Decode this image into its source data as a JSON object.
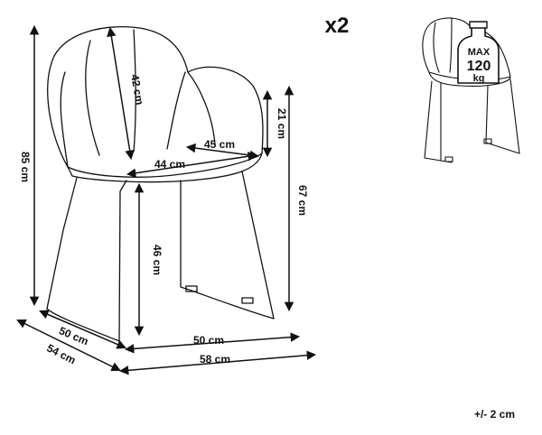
{
  "quantity": "x2",
  "tolerance": "+/- 2 cm",
  "dimensions": {
    "total_height": "85 cm",
    "backrest_height": "42 cm",
    "seat_width": "45 cm",
    "seat_depth": "44 cm",
    "armrest_height": "21 cm",
    "armrest_floor_height": "67 cm",
    "seat_height": "46 cm",
    "base_depth": "50 cm",
    "total_depth": "54 cm",
    "base_width": "50 cm",
    "total_width": "58 cm"
  },
  "load_badge": {
    "max_label": "MAX",
    "value": "120",
    "unit": "kg"
  }
}
